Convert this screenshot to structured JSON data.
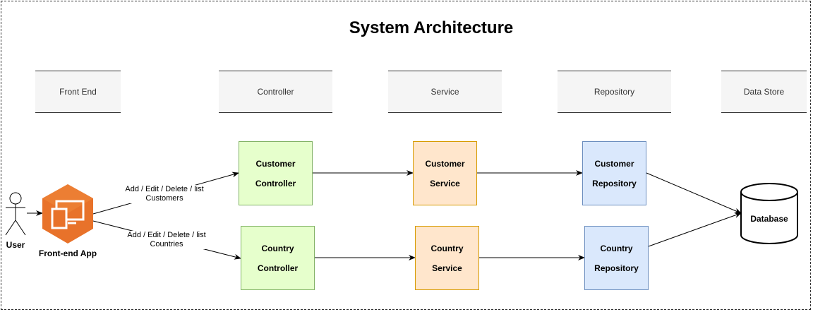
{
  "title": "System Architecture",
  "lanes": [
    "Front End",
    "Controller",
    "Service",
    "Repository",
    "Data Store"
  ],
  "actor": {
    "label": "User"
  },
  "frontend": {
    "label": "Front-end App",
    "accent": "#e8722a"
  },
  "edges": {
    "customers": "Add / Edit / Delete / list Customers",
    "countries": "Add / Edit / Delete / list Countries"
  },
  "nodes": {
    "customer_controller": [
      "Customer",
      "Controller"
    ],
    "country_controller": [
      "Country",
      "Controller"
    ],
    "customer_service": [
      "Customer",
      "Service"
    ],
    "country_service": [
      "Country",
      "Service"
    ],
    "customer_repository": [
      "Customer",
      "Repository"
    ],
    "country_repository": [
      "Country",
      "Repository"
    ],
    "database": "Database"
  },
  "colors": {
    "controller_fill": "#e6ffcc",
    "controller_stroke": "#82b366",
    "service_fill": "#ffe6cc",
    "service_stroke": "#d79b00",
    "repository_fill": "#dae8fc",
    "repository_stroke": "#6c8ebf"
  }
}
